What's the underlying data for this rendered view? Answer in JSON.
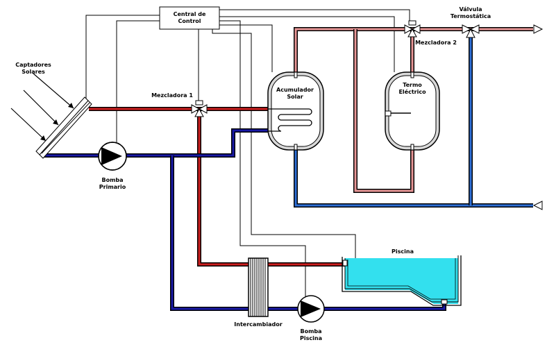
{
  "labels": {
    "control": [
      "Central de",
      "Control"
    ],
    "collectors": [
      "Captadores",
      "Solares"
    ],
    "mixer1": "Mezcladora 1",
    "mixer2": "Mezcladora 2",
    "valve": [
      "Válvula",
      "Termostática"
    ],
    "accumulator": [
      "Acumulador",
      "Solar"
    ],
    "heater": [
      "Termo",
      "Eléctrico"
    ],
    "pump_primary": [
      "Bomba",
      "Primario"
    ],
    "pool": "Piscina",
    "exchanger": "Intercambiador",
    "pump_pool": [
      "Bomba",
      "Piscina"
    ]
  },
  "colors": {
    "hot": "#cc1f1f",
    "cold": "#1a1aa6",
    "dhw_hot": "#e89696",
    "dhw_cold": "#2e6fd6",
    "pool_water": "#33e0ee",
    "tank_fill": "#d9d9d9"
  }
}
